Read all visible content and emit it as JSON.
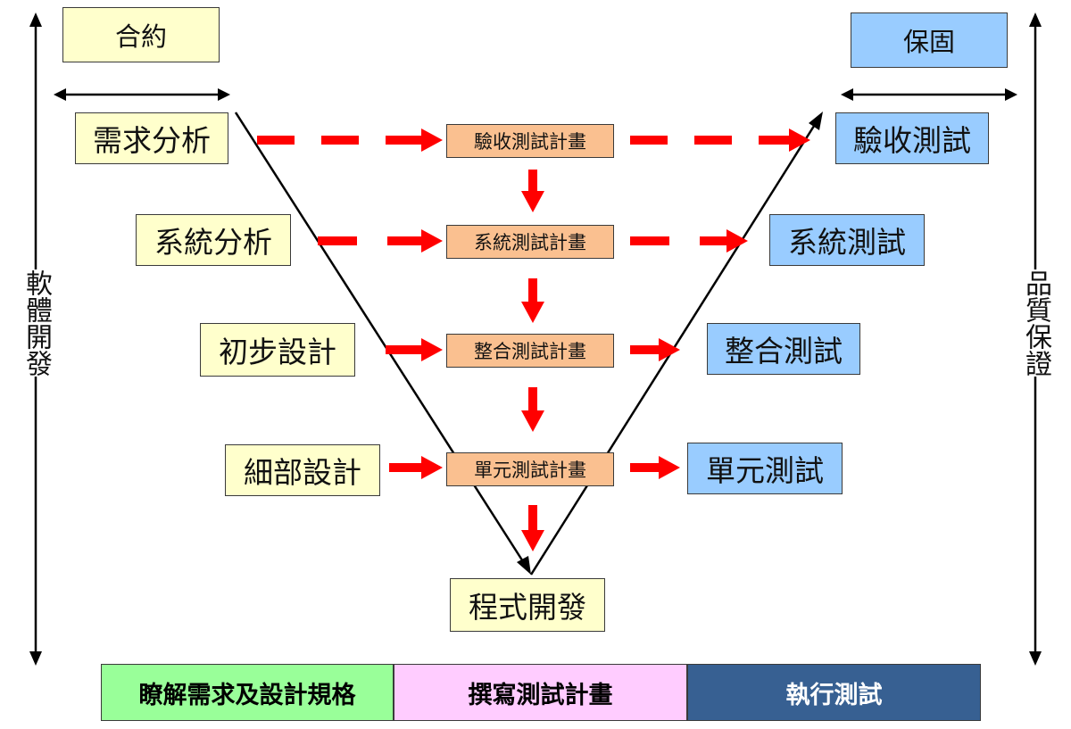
{
  "top_left_label": "合約",
  "top_right_label": "保固",
  "left_side_label": "軟體開發",
  "right_side_label": "品質保證",
  "dev_phases": [
    "需求分析",
    "系統分析",
    "初步設計",
    "細部設計",
    "程式開發"
  ],
  "test_plans": [
    "驗收測試計畫",
    "系統測試計畫",
    "整合測試計畫",
    "單元測試計畫"
  ],
  "test_phases": [
    "驗收測試",
    "系統測試",
    "整合測試",
    "單元測試"
  ],
  "bottom_bar": {
    "segments": [
      {
        "label": "瞭解需求及設計規格",
        "color": "#99ff99",
        "text_color": "#000000"
      },
      {
        "label": "撰寫測試計畫",
        "color": "#ffccff",
        "text_color": "#000000"
      },
      {
        "label": "執行測試",
        "color": "#376092",
        "text_color": "#ffffff"
      }
    ]
  },
  "colors": {
    "dev_box": "#ffffcc",
    "test_box": "#99ccff",
    "plan_box": "#fac090",
    "arrow": "#ff0000",
    "v_line": "#000000"
  }
}
